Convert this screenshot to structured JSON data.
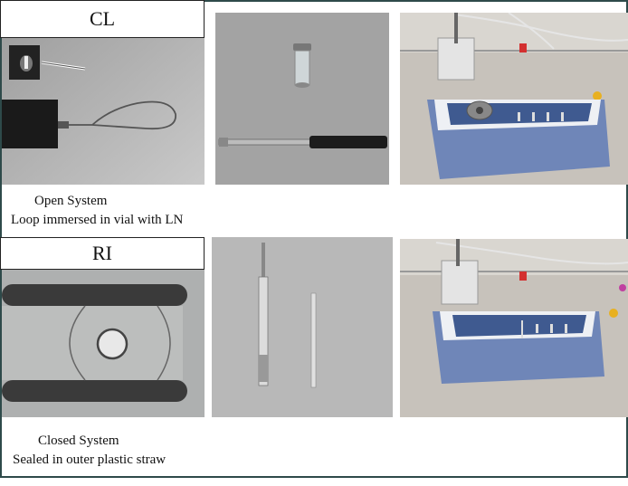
{
  "row1": {
    "label": "CL",
    "caption_line1": "Open System",
    "caption_line2": "Loop immersed in vial with LN"
  },
  "row2": {
    "label": "RI",
    "caption_line1": "Closed System",
    "caption_line2": "Sealed in  outer plastic straw"
  },
  "colors": {
    "frame": "#2e4a4a",
    "dewar_blue": "#6f86b8",
    "cap_red": "#d33030"
  }
}
